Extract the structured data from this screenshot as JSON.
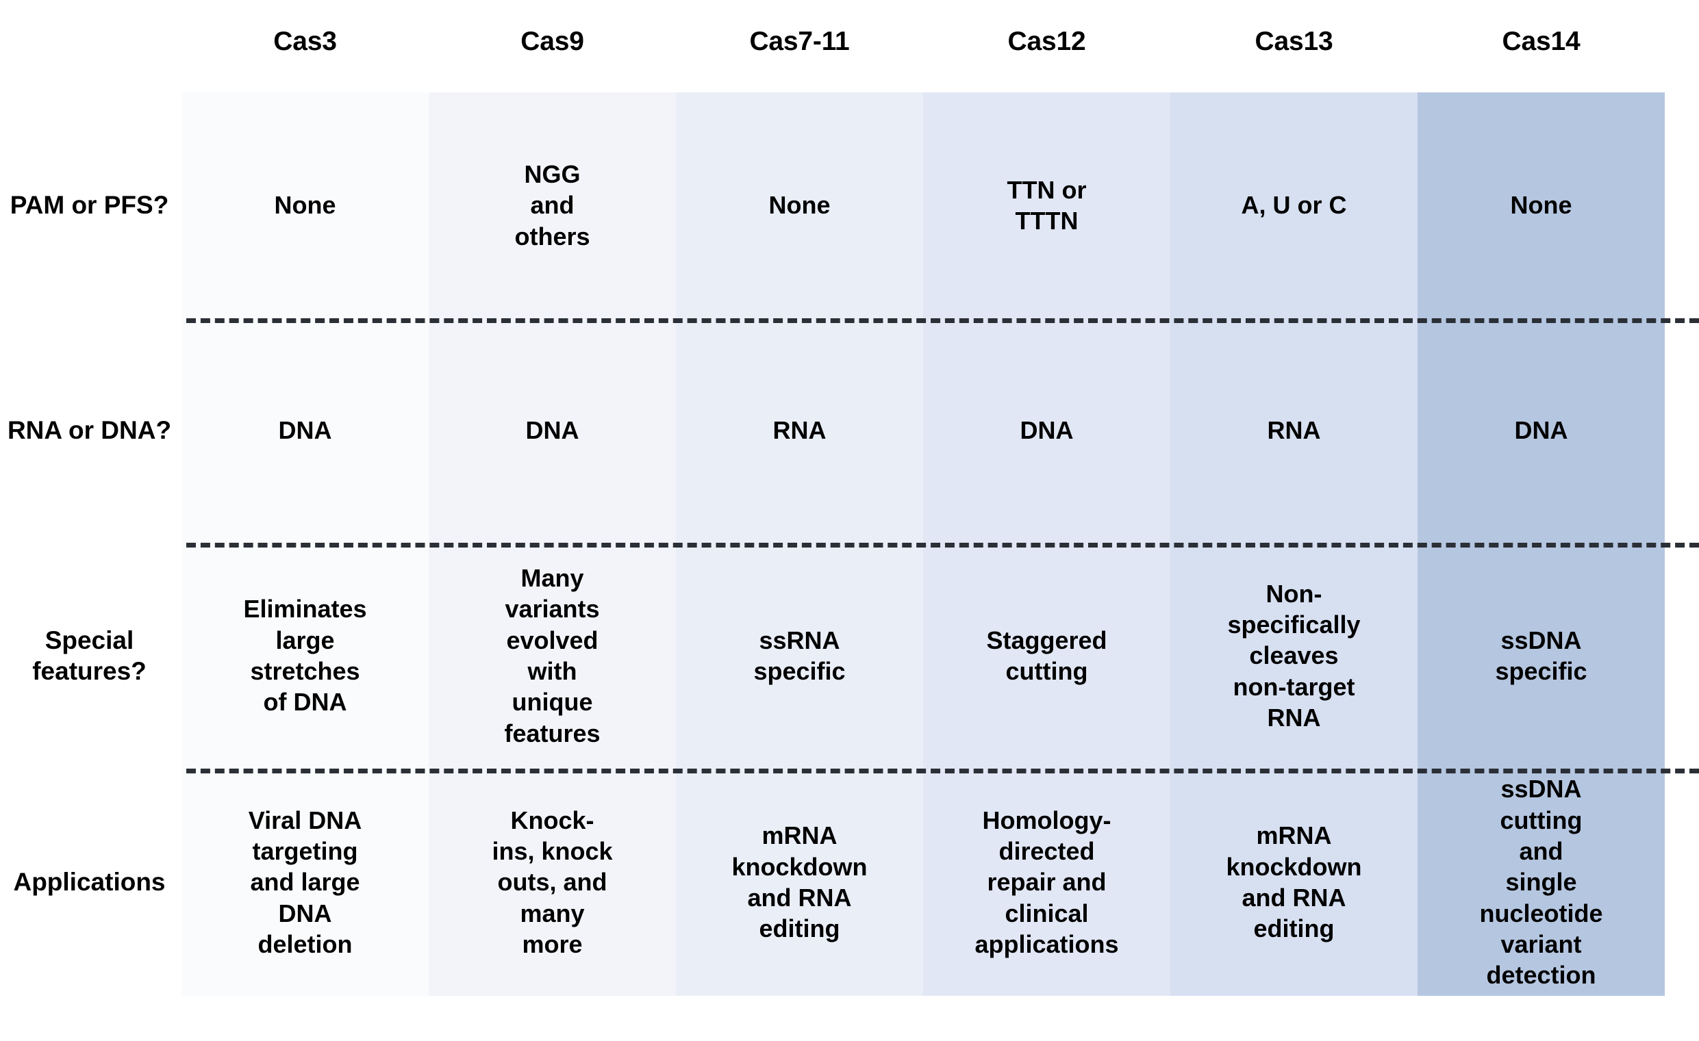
{
  "table": {
    "corner_label": "",
    "columns": [
      {
        "label": "Cas3",
        "color": "#fafbfd"
      },
      {
        "label": "Cas9",
        "color": "#f3f4fa"
      },
      {
        "label": "Cas7-11",
        "color": "#e9eef7"
      },
      {
        "label": "Cas12",
        "color": "#e1e7f4"
      },
      {
        "label": "Cas13",
        "color": "#d7e0f1"
      },
      {
        "label": "Cas14",
        "color": "#b5c6e0"
      }
    ],
    "rows": [
      {
        "label": "PAM or\nPFS?",
        "cells": [
          "None",
          "NGG\nand\nothers",
          "None",
          "TTN or\nTTTN",
          "A, U or C",
          "None"
        ]
      },
      {
        "label": "RNA or\nDNA?",
        "cells": [
          "DNA",
          "DNA",
          "RNA",
          "DNA",
          "RNA",
          "DNA"
        ]
      },
      {
        "label": "Special\nfeatures?",
        "cells": [
          "Eliminates\nlarge\nstretches\nof DNA",
          "Many\nvariants\nevolved\nwith\nunique\nfeatures",
          "ssRNA\nspecific",
          "Staggered\ncutting",
          "Non-\nspecifically\ncleaves\nnon-target\nRNA",
          "ssDNA\nspecific"
        ]
      },
      {
        "label": "Applications",
        "cells": [
          "Viral DNA\ntargeting\nand large\nDNA\ndeletion",
          "Knock-\nins, knock\nouts, and\nmany\nmore",
          "mRNA\nknockdown\nand RNA\nediting",
          "Homology-\ndirected\nrepair and\nclinical\napplications",
          "mRNA\nknockdown\nand RNA\nediting",
          "ssDNA\ncutting\nand\nsingle\nnucleotide\nvariant\ndetection"
        ]
      }
    ],
    "separator_color": "#2b2f36",
    "text_color": "#000000",
    "page_background": "#ffffff"
  }
}
